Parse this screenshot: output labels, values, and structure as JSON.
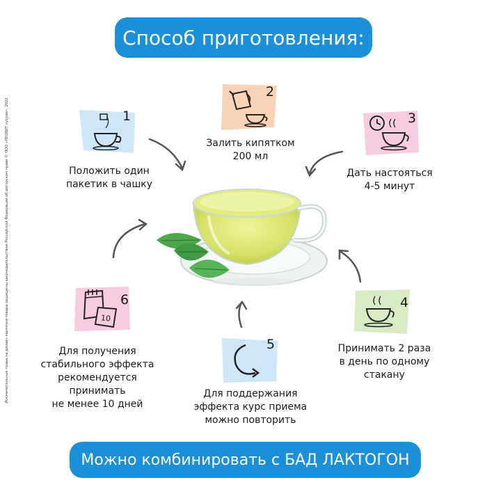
{
  "header": {
    "title": "Способ приготовления:"
  },
  "footer": {
    "text": "Можно комбинировать с БАД ЛАКТОГОН"
  },
  "side_note": "Исключительные права на дизайн карточки товара защищены законодательством Российской Федерации об авторском праве  © ООО «ЛЕОВИТ нутрио», 2022",
  "steps": [
    {
      "number": "1",
      "caption": "Положить один\nпакетик в чашку",
      "color": "#cfe6f7",
      "icon": "teabag-cup-icon"
    },
    {
      "number": "2",
      "caption": "Залить кипятком\n200 мл",
      "color": "#f9d3b8",
      "icon": "kettle-cup-icon"
    },
    {
      "number": "3",
      "caption": "Дать настояться\n4-5 минут",
      "color": "#f6cde0",
      "icon": "clock-cup-icon"
    },
    {
      "number": "4",
      "caption": "Принимать 2 раза\nв день по одному\nстакану",
      "color": "#d8ebc6",
      "icon": "steaming-cup-icon"
    },
    {
      "number": "5",
      "caption": "Для поддержания\nэффекта курс приема\nможно повторить",
      "color": "#cfe6f7",
      "icon": "repeat-arrow-icon"
    },
    {
      "number": "6",
      "caption": "Для  получения\nстабильного эффекта\nрекомендуется\nпринимать\nне менее  10 дней",
      "color": "#f6cde0",
      "icon": "calendar-icon"
    }
  ],
  "calendar_page": "10"
}
